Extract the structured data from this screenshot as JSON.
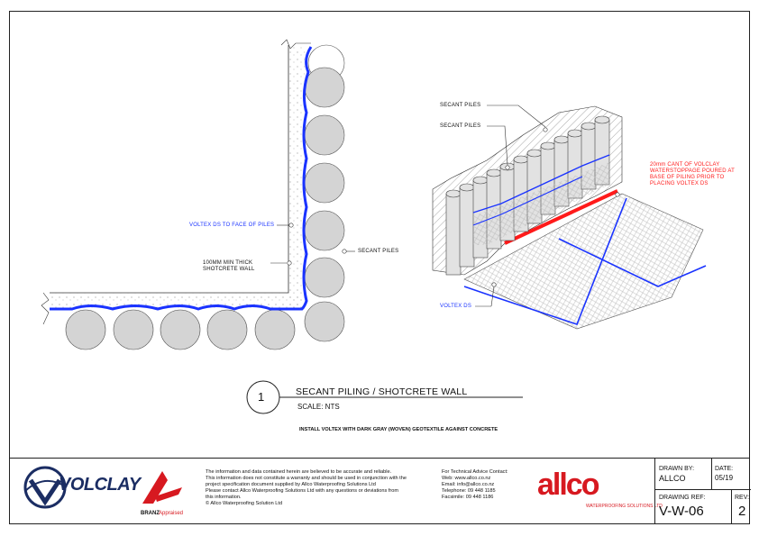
{
  "callouts": {
    "voltex_face": "VOLTEX DS TO FACE OF PILES",
    "shotcrete_1": "100MM MIN THICK",
    "shotcrete_2": "SHOTCRETE WALL",
    "secant_plan": "SECANT PILES",
    "secant_iso_1": "SECANT PILES",
    "secant_iso_2": "SECANT PILES",
    "voltex_iso": "VOLTEX DS",
    "cant_1": "20mm CANT OF VOLCLAY",
    "cant_2": "WATERSTOPPAGE POURED AT",
    "cant_3": "BASE OF PILING PRIOR TO",
    "cant_4": "PLACING VOLTEX DS"
  },
  "detail": {
    "number": "1",
    "title": "SECANT PILING / SHOTCRETE WALL",
    "scale": "SCALE: NTS",
    "note": "INSTALL VOLTEX WITH DARK GRAY (WOVEN) GEOTEXTILE AGAINST CONCRETE"
  },
  "titleblock": {
    "volclay_logo": "VOLCLAY",
    "branz_1": "BRANZ",
    "branz_2": "Appraised",
    "disclaimer": [
      "The information and data contained herein are believed to be accurate and reliable.",
      "This information does not constitute a warranty and should be used in conjunction with the",
      "project specification document supplied by Allco Waterproofing Solutions Ltd",
      "Please contact Allco Waterproofing Solutions Ltd with any questions or deviations from",
      "this information.",
      "© Allco Waterproofing Solution Ltd"
    ],
    "contact": [
      "For Technical Advice Contact:",
      "Web: www.allco.co.nz",
      "Email: info@allco.co.nz",
      "Telephone: 09 448 1185",
      "Facsimile: 09 448 1186"
    ],
    "allco_logo": "allco",
    "allco_tag": "WATERPROOFING SOLUTIONS LTD",
    "drawn_by_label": "DRAWN BY:",
    "drawn_by": "ALLCO",
    "date_label": "DATE:",
    "date": "05/19",
    "ref_label": "DRAWING REF:",
    "ref": "V-W-06",
    "rev_label": "REV:",
    "rev": "2"
  },
  "colors": {
    "membrane": "#1a33ff",
    "cant": "#ff1a1a",
    "pile": "#d4d4d4"
  }
}
